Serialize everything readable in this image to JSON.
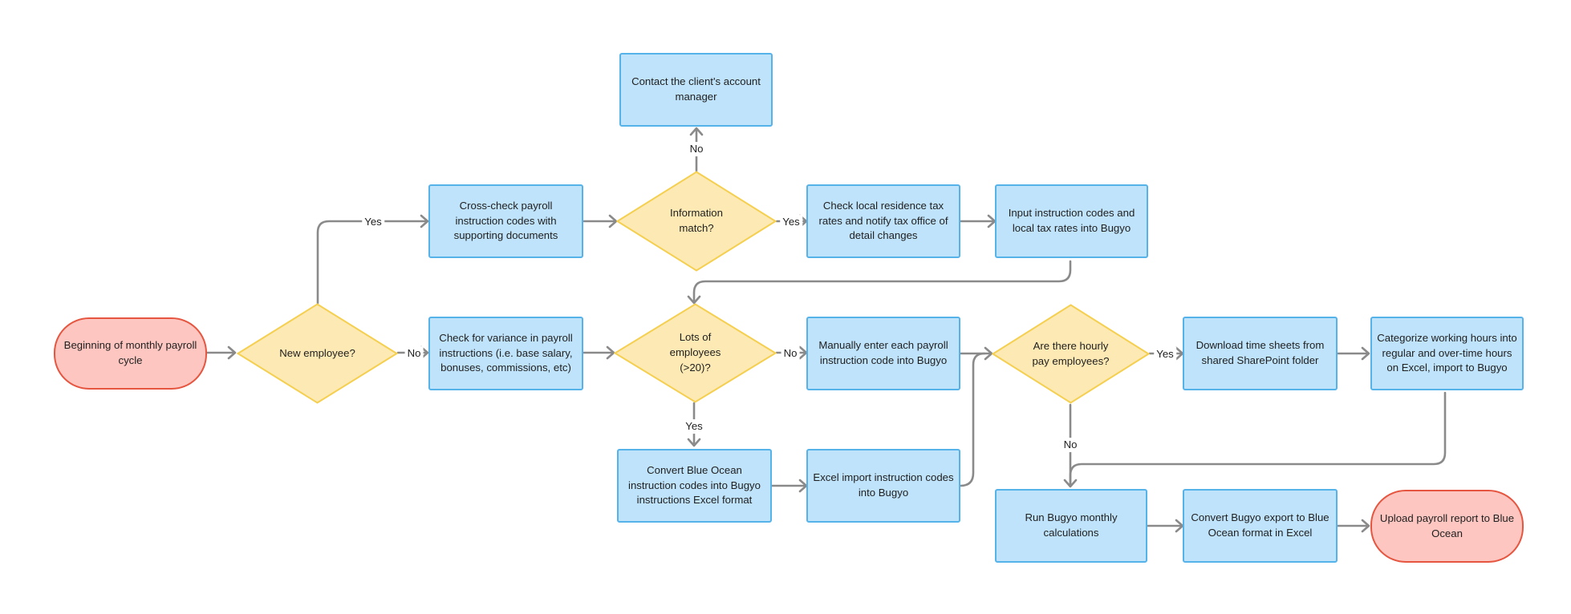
{
  "colors": {
    "process_fill": "#bfe3fb",
    "process_border": "#56b3ea",
    "decision_fill": "#fde9b3",
    "decision_border": "#f5cf4f",
    "terminal_fill": "#fdc6c0",
    "terminal_border": "#e5553f",
    "connector": "#8a8a8a"
  },
  "nodes": {
    "start": "Beginning of monthly payroll cycle",
    "new_employee": "New employee?",
    "cross_check": "Cross-check payroll instruction codes with supporting documents",
    "information_match": "Information match?",
    "contact_manager": "Contact the client's account manager",
    "check_tax_rates": "Check local residence tax rates and notify tax office of detail changes",
    "input_codes": "Input instruction codes and local tax rates into Bugyo",
    "check_variance": "Check for variance in payroll instructions (i.e. base salary, bonuses, commissions, etc)",
    "lots_of_employees": "Lots of employees (>20)?",
    "manually_enter": "Manually enter each payroll instruction code into Bugyo",
    "convert_codes": "Convert Blue Ocean instruction codes into Bugyo instructions Excel format",
    "excel_import": "Excel import instruction codes into Bugyo",
    "hourly_employees": "Are there hourly pay employees?",
    "download_timesheets": "Download time sheets from shared SharePoint folder",
    "categorize_hours": "Categorize working hours into regular and over-time hours on Excel, import to Bugyo",
    "run_calculations": "Run Bugyo monthly calculations",
    "convert_export": "Convert Bugyo export to Blue Ocean format in Excel",
    "upload_report": "Upload payroll report to Blue Ocean"
  },
  "edge_labels": {
    "new_employee_yes": "Yes",
    "new_employee_no": "No",
    "info_match_no": "No",
    "info_match_yes": "Yes",
    "lots_no": "No",
    "lots_yes": "Yes",
    "hourly_yes": "Yes",
    "hourly_no": "No"
  }
}
